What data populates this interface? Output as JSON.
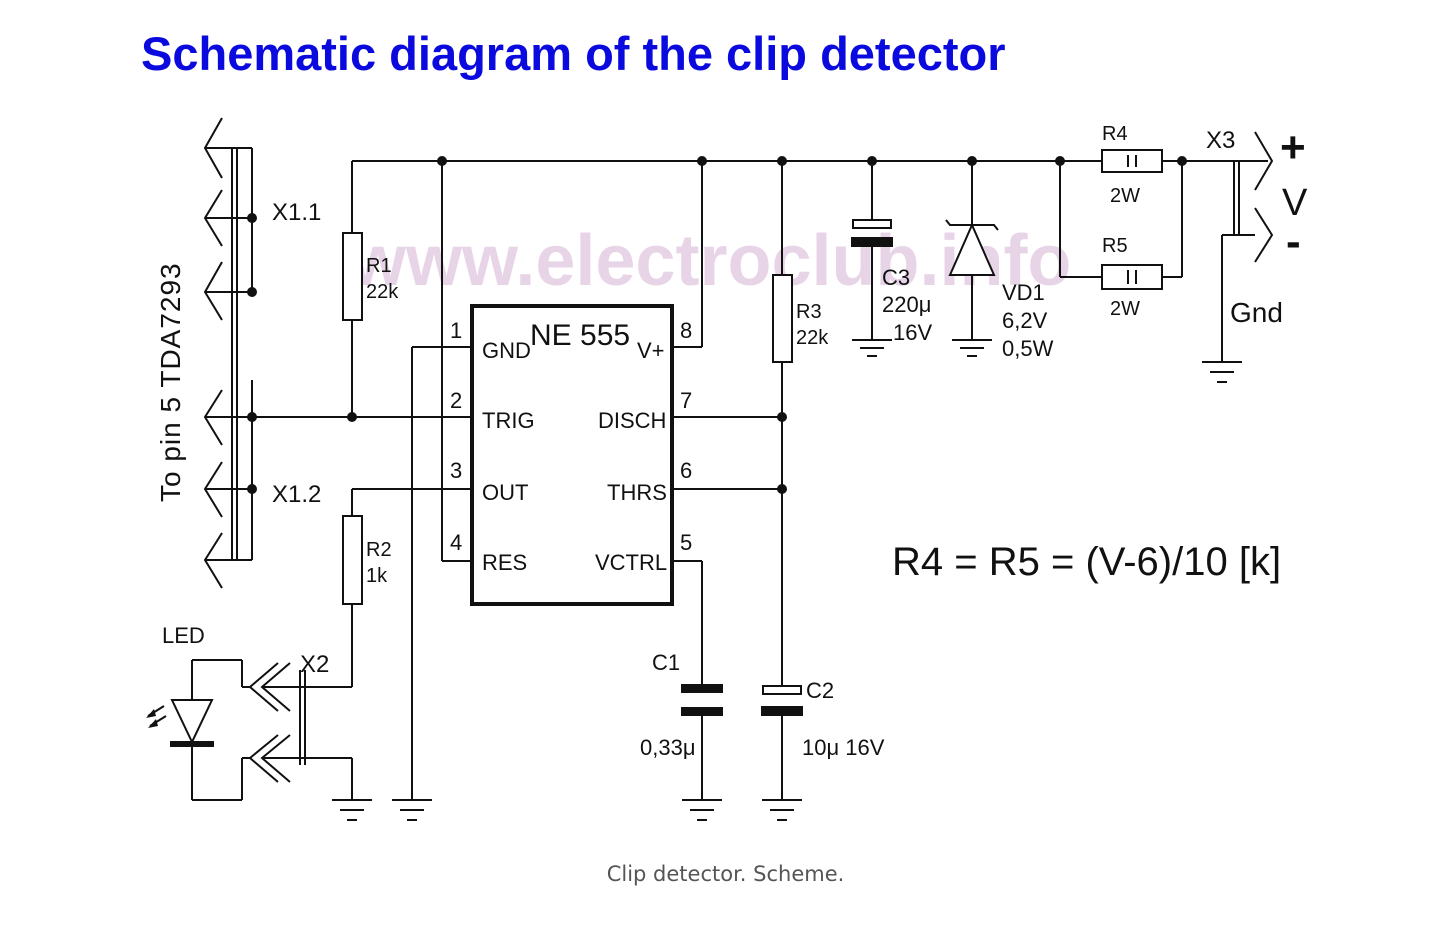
{
  "title": "Schematic diagram of the clip detector",
  "caption": "Clip detector. Scheme.",
  "watermark": "www.electroclub.info",
  "input_label": "To pin 5 TDA7293",
  "formula": "R4 = R5 = (V-6)/10 [k]",
  "ic": {
    "name": "NE 555",
    "pins": {
      "p1_num": "1",
      "p1_name": "GND",
      "p2_num": "2",
      "p2_name": "TRIG",
      "p3_num": "3",
      "p3_name": "OUT",
      "p4_num": "4",
      "p4_name": "RES",
      "p8_num": "8",
      "p8_name": "V+",
      "p7_num": "7",
      "p7_name": "DISCH",
      "p6_num": "6",
      "p6_name": "THRS",
      "p5_num": "5",
      "p5_name": "VCTRL"
    }
  },
  "connectors": {
    "x11": "X1.1",
    "x12": "X1.2",
    "x2": "X2",
    "x3": "X3",
    "plus": "+",
    "v": "V",
    "minus": "-",
    "gnd": "Gnd"
  },
  "components": {
    "r1_name": "R1",
    "r1_val": "22k",
    "r2_name": "R2",
    "r2_val": "1k",
    "r3_name": "R3",
    "r3_val": "22k",
    "r4_name": "R4",
    "r4_val": "2W",
    "r5_name": "R5",
    "r5_val": "2W",
    "c1_name": "C1",
    "c1_val": "0,33μ",
    "c2_name": "C2",
    "c2_val": "10μ 16V",
    "c3_name": "C3",
    "c3_val1": "220μ",
    "c3_val2": "16V",
    "vd1_name": "VD1",
    "vd1_val1": "6,2V",
    "vd1_val2": "0,5W",
    "led_name": "LED"
  }
}
